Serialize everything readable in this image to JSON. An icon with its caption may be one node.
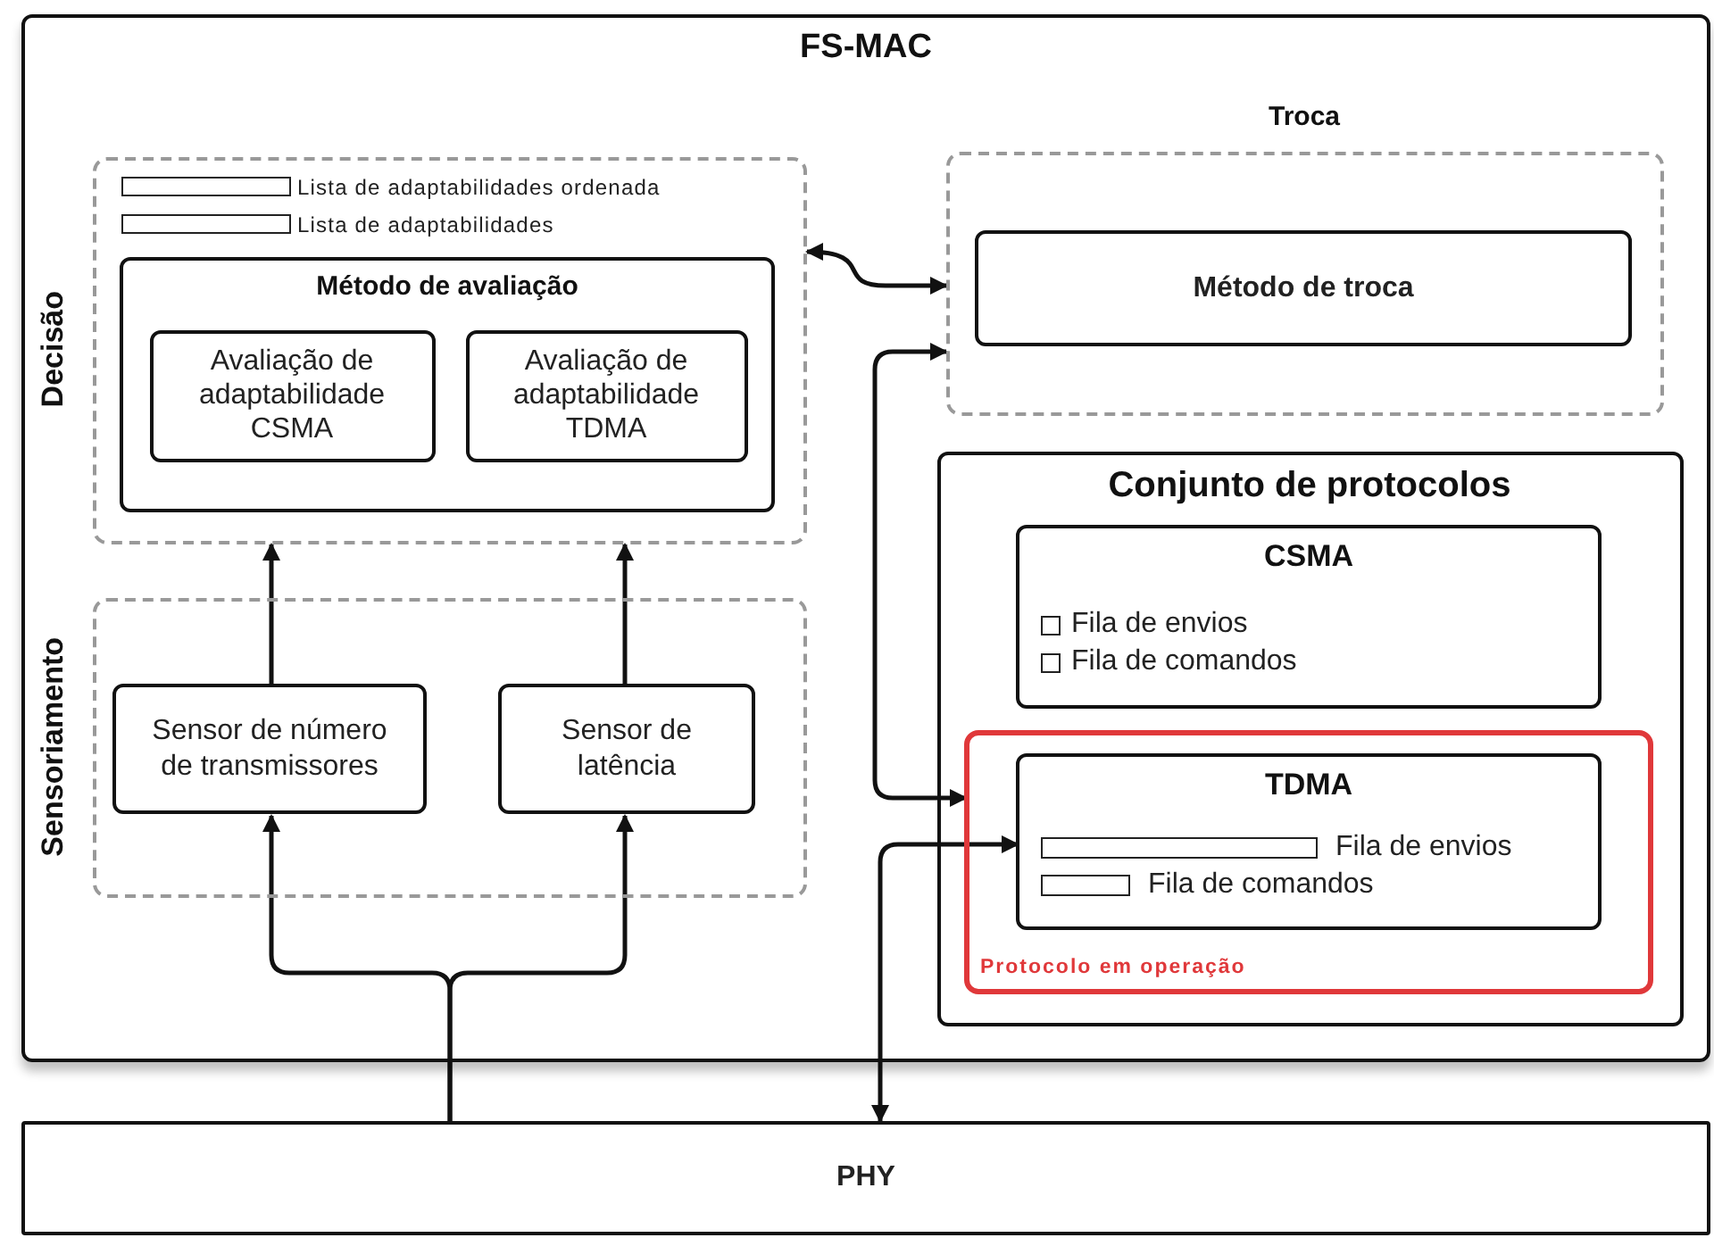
{
  "diagram": {
    "nodes": [
      {
        "text": [
          "FS-MAC"
        ]
      },
      {
        "text": [
          "Decisão",
          "Lista de adaptabilidades ordenada",
          "Lista de adaptabilidades"
        ],
        "in": 0
      },
      {
        "text": [
          "Método de avaliação"
        ],
        "in": 1
      },
      {
        "text": [
          "Avaliação de adaptabilidade CSMA"
        ],
        "in": 2
      },
      {
        "text": [
          "Avaliação de adaptabilidade TDMA"
        ],
        "in": 2
      },
      {
        "text": [
          "Sensoriamento"
        ],
        "in": 0
      },
      {
        "text": [
          "Sensor de número de transmissores"
        ],
        "in": 5
      },
      {
        "text": [
          "Sensor de latência"
        ],
        "in": 5
      },
      {
        "text": [
          "Troca"
        ],
        "in": 0
      },
      {
        "text": [
          "Método de troca"
        ],
        "in": 8
      },
      {
        "text": [
          "Conjunto de protocolos"
        ],
        "in": 0
      },
      {
        "text": [
          "CSMA",
          "Fila de envios",
          "Fila de comandos"
        ],
        "in": 10
      },
      {
        "text": [
          "Protocolo em operação"
        ],
        "in": 10
      },
      {
        "text": [
          "TDMA",
          "Fila de envios",
          "Fila de comandos"
        ],
        "in": 12
      },
      {
        "text": [
          "PHY"
        ]
      }
    ],
    "edges": [
      {
        "from": 1,
        "to": 8,
        "arrow": "both"
      },
      {
        "from": 8,
        "to": 12,
        "arrow": "both"
      },
      {
        "from": 13,
        "to": 14,
        "arrow": "both"
      },
      {
        "from": 6,
        "to": 1,
        "arrow": "to"
      },
      {
        "from": 7,
        "to": 1,
        "arrow": "to"
      },
      {
        "from": 14,
        "to": 6,
        "arrow": "to"
      },
      {
        "from": 14,
        "to": 7,
        "arrow": "to"
      }
    ]
  }
}
